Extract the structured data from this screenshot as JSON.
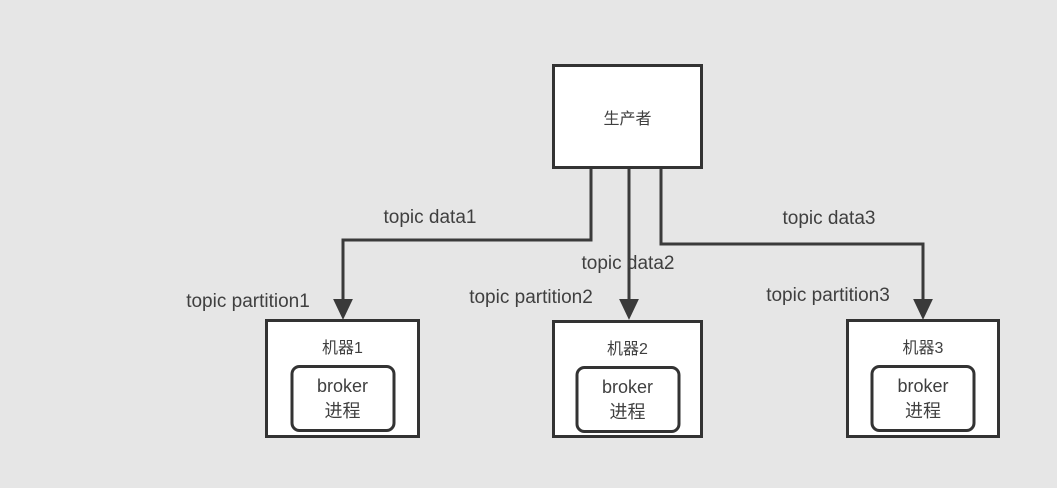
{
  "diagram": {
    "producer": {
      "label": "生产者"
    },
    "edge_labels": [
      {
        "label": "topic data1"
      },
      {
        "label": "topic data2"
      },
      {
        "label": "topic data3"
      }
    ],
    "partition_labels": [
      {
        "label": "topic partition1"
      },
      {
        "label": "topic partition2"
      },
      {
        "label": "topic partition3"
      }
    ],
    "machines": [
      {
        "title": "机器1",
        "process_line1": "broker",
        "process_line2": "进程"
      },
      {
        "title": "机器2",
        "process_line1": "broker",
        "process_line2": "进程"
      },
      {
        "title": "机器3",
        "process_line1": "broker",
        "process_line2": "进程"
      }
    ],
    "colors": {
      "background": "#e6e6e6",
      "line": "#3a3a3a",
      "box_border": "#333333",
      "box_fill": "#ffffff",
      "text": "#3f3f3f"
    }
  }
}
